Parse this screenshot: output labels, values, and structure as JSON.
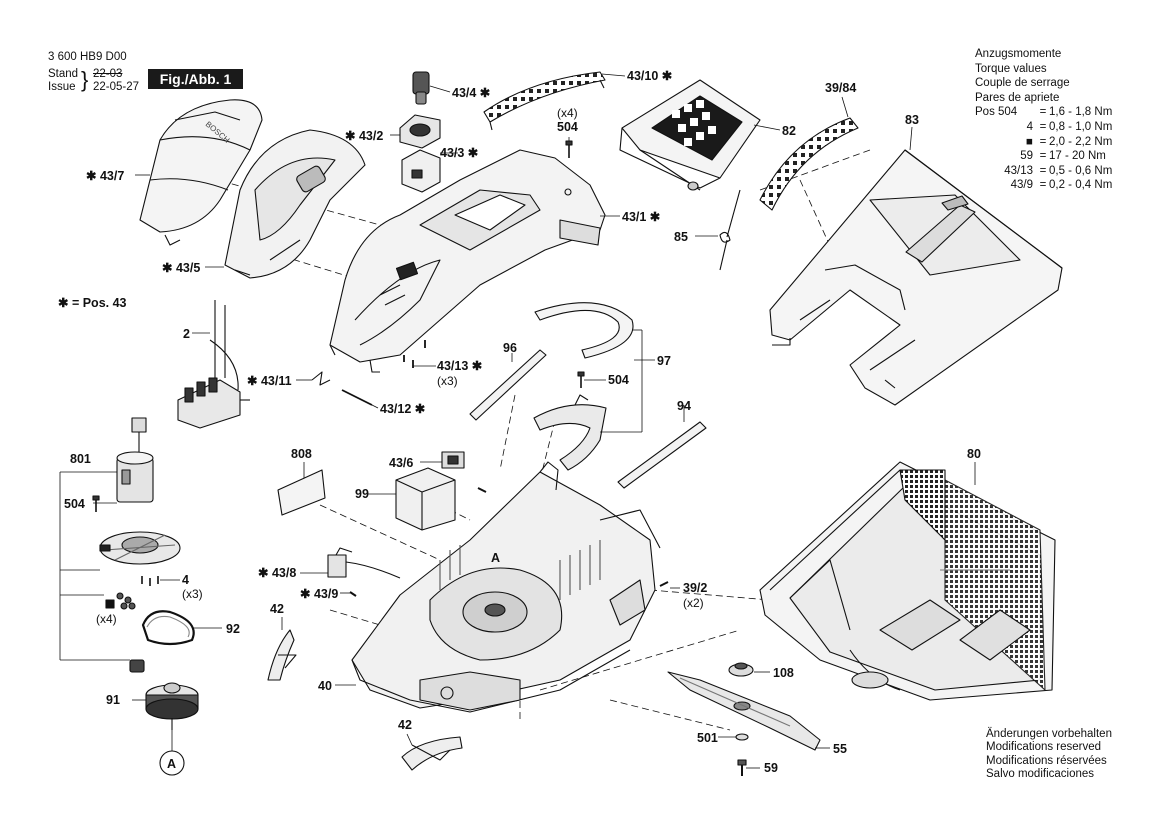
{
  "header": {
    "doc_number": "3 600 HB9 D00",
    "stand_label": "Stand",
    "issue_label": "Issue",
    "stand_date": "22-03",
    "issue_date": "22-05-27",
    "brace": "}",
    "figure_label": "Fig./Abb. 1"
  },
  "torque": {
    "titles": [
      "Anzugsmomente",
      "Torque values",
      "Couple de serrage",
      "Pares de apriete"
    ],
    "rows": [
      {
        "pos": "Pos  504",
        "eq": "=",
        "value": "1,6 - 1,8 Nm"
      },
      {
        "pos": "4",
        "eq": "=",
        "value": "0,8 - 1,0 Nm"
      },
      {
        "pos": "■",
        "eq": "=",
        "value": "2,0 - 2,2 Nm"
      },
      {
        "pos": "59",
        "eq": "=",
        "value": "17 - 20 Nm"
      },
      {
        "pos": "43/13",
        "eq": "=",
        "value": "0,5 - 0,6 Nm"
      },
      {
        "pos": "43/9",
        "eq": "=",
        "value": "0,2 - 0,4 Nm"
      }
    ]
  },
  "legend": {
    "star_note": "✱ = Pos. 43"
  },
  "callouts": {
    "c43_4": "43/4 ✱",
    "c43_10": "43/10 ✱",
    "c39_84": "39/84",
    "c82": "82",
    "c83": "83",
    "c43_7": "✱ 43/7",
    "c43_2": "✱ 43/2",
    "c43_3": "43/3 ✱",
    "c504a": "504",
    "c504a_qty": "(x4)",
    "c43_1": "43/1 ✱",
    "c85": "85",
    "c43_5": "✱ 43/5",
    "c2": "2",
    "c43_11": "✱ 43/11",
    "c43_13": "43/13 ✱",
    "c43_13_qty": "(x3)",
    "c43_12": "43/12 ✱",
    "c96": "96",
    "c504b": "504",
    "c97": "97",
    "c94": "94",
    "c801": "801",
    "c504c": "504",
    "c4": "4",
    "c4_qty": "(x3)",
    "c_sq_qty": "(x4)",
    "c92": "92",
    "c91": "91",
    "cA1": "A",
    "c808": "808",
    "c43_6": "43/6",
    "c99": "99",
    "c43_8": "✱ 43/8",
    "c43_9": "✱ 43/9",
    "cA2": "A",
    "c39_2": "39/2",
    "c39_2_qty": "(x2)",
    "c80": "80",
    "c42a": "42",
    "c40": "40",
    "c42b": "42",
    "c108": "108",
    "c501": "501",
    "c55": "55",
    "c59": "59"
  },
  "modifications": [
    "Änderungen vorbehalten",
    "Modifications reserved",
    "Modifications réservées",
    "Salvo modificaciones"
  ],
  "colors": {
    "ink": "#111111",
    "fill_light": "#f2f2f2",
    "fill_mid": "#d9d9d9",
    "fill_dark": "#6e6e6e",
    "black": "#1a1a1a"
  }
}
